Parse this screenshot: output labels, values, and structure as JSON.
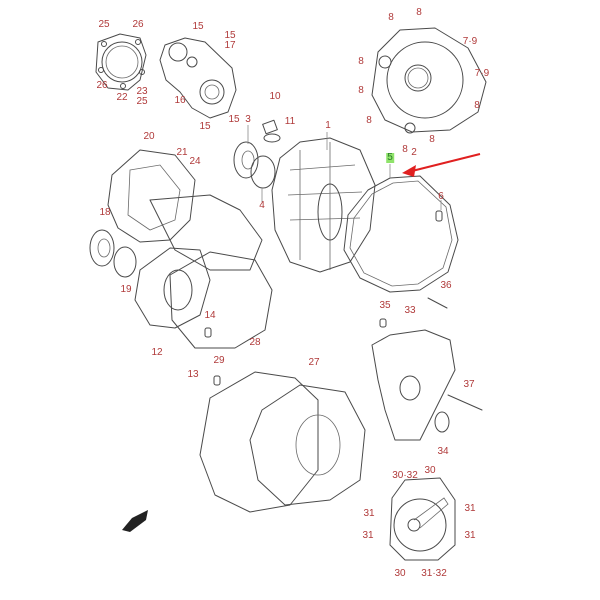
{
  "diagram": {
    "title": "Crankcase cover exploded parts diagram",
    "highlighted_part": "5",
    "label_color": "#b03a3a",
    "highlight_color": "#8fe36a",
    "arrow_color": "#e02020",
    "labels": {
      "l25a": "25",
      "l26a": "26",
      "l26b": "26",
      "l22": "22",
      "l23_25a": "23",
      "l23_25b": "25",
      "l15a": "15",
      "l15b": "15",
      "l17": "17",
      "l16": "16",
      "l15c": "15",
      "l15d": "15",
      "l10": "10",
      "l11": "11",
      "l3": "3",
      "l1": "1",
      "l4": "4",
      "l8a": "8",
      "l8b": "8",
      "l8c": "8",
      "l8d": "8",
      "l8e": "8",
      "l8f": "8",
      "l8g": "8",
      "l8h": "8",
      "l79a": "7·9",
      "l79b": "7·9",
      "l2": "2",
      "l5": "5",
      "l6": "6",
      "l20": "20",
      "l21": "21",
      "l24": "24",
      "l18": "18",
      "l19": "19",
      "l12": "12",
      "l13": "13",
      "l14": "14",
      "l29": "29",
      "l28": "28",
      "l27": "27",
      "l35": "35",
      "l33": "33",
      "l36": "36",
      "l37": "37",
      "l34": "34",
      "l30_32a": "30·32",
      "l30a": "30",
      "l31a": "31",
      "l31b": "31",
      "l31c": "31",
      "l31d": "31",
      "l30b": "30",
      "l31_32": "31·32"
    }
  }
}
